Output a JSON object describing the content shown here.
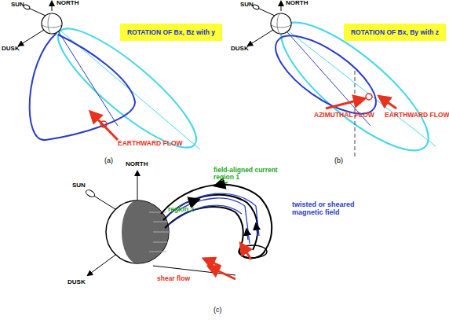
{
  "diagram": {
    "nodes": [
      {
        "text": [
          "ROTATION OF Bx, Bz with y"
        ]
      },
      {
        "text": [
          "ROTATION OF Bx, By with z"
        ]
      }
    ],
    "labels": [
      "SUN",
      "NORTH",
      "DUSK",
      "EARTHWARD FLOW",
      "(a)",
      "SUN",
      "NORTH",
      "DUSK",
      "AZIMUTHAL FLOW",
      "EARTHWARD FLOW",
      "(b)",
      "NORTH",
      "SUN",
      "DUSK",
      "field-aligned current region 1",
      "twisted or sheared magnetic field",
      "region 2",
      "shear flow",
      "(c)"
    ]
  }
}
